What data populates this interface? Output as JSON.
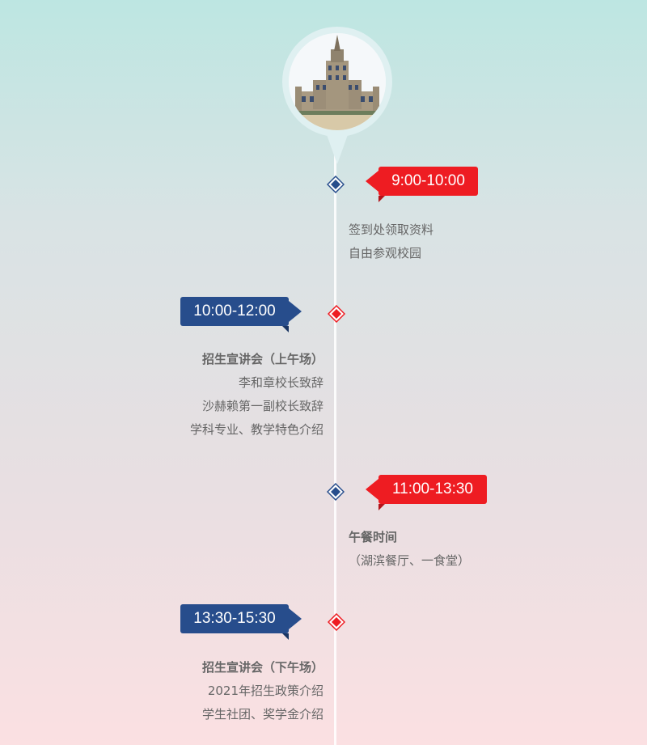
{
  "colors": {
    "red": "#ee1c22",
    "blue": "#274d8c",
    "text": "#666666"
  },
  "header": {
    "image": "university-building-photo"
  },
  "events": [
    {
      "time": "9:00-10:00",
      "lines": [
        "签到处领取资料",
        "自由参观校园"
      ]
    },
    {
      "time": "10:00-12:00",
      "title": "招生宣讲会（上午场）",
      "lines": [
        "李和章校长致辞",
        "沙赫赖第一副校长致辞",
        "学科专业、教学特色介绍"
      ]
    },
    {
      "time": "11:00-13:30",
      "title": "午餐时间",
      "lines": [
        "（湖滨餐厅、一食堂）"
      ]
    },
    {
      "time": "13:30-15:30",
      "title": "招生宣讲会（下午场）",
      "lines": [
        "2021年招生政策介绍",
        "学生社团、奖学金介绍"
      ]
    }
  ]
}
